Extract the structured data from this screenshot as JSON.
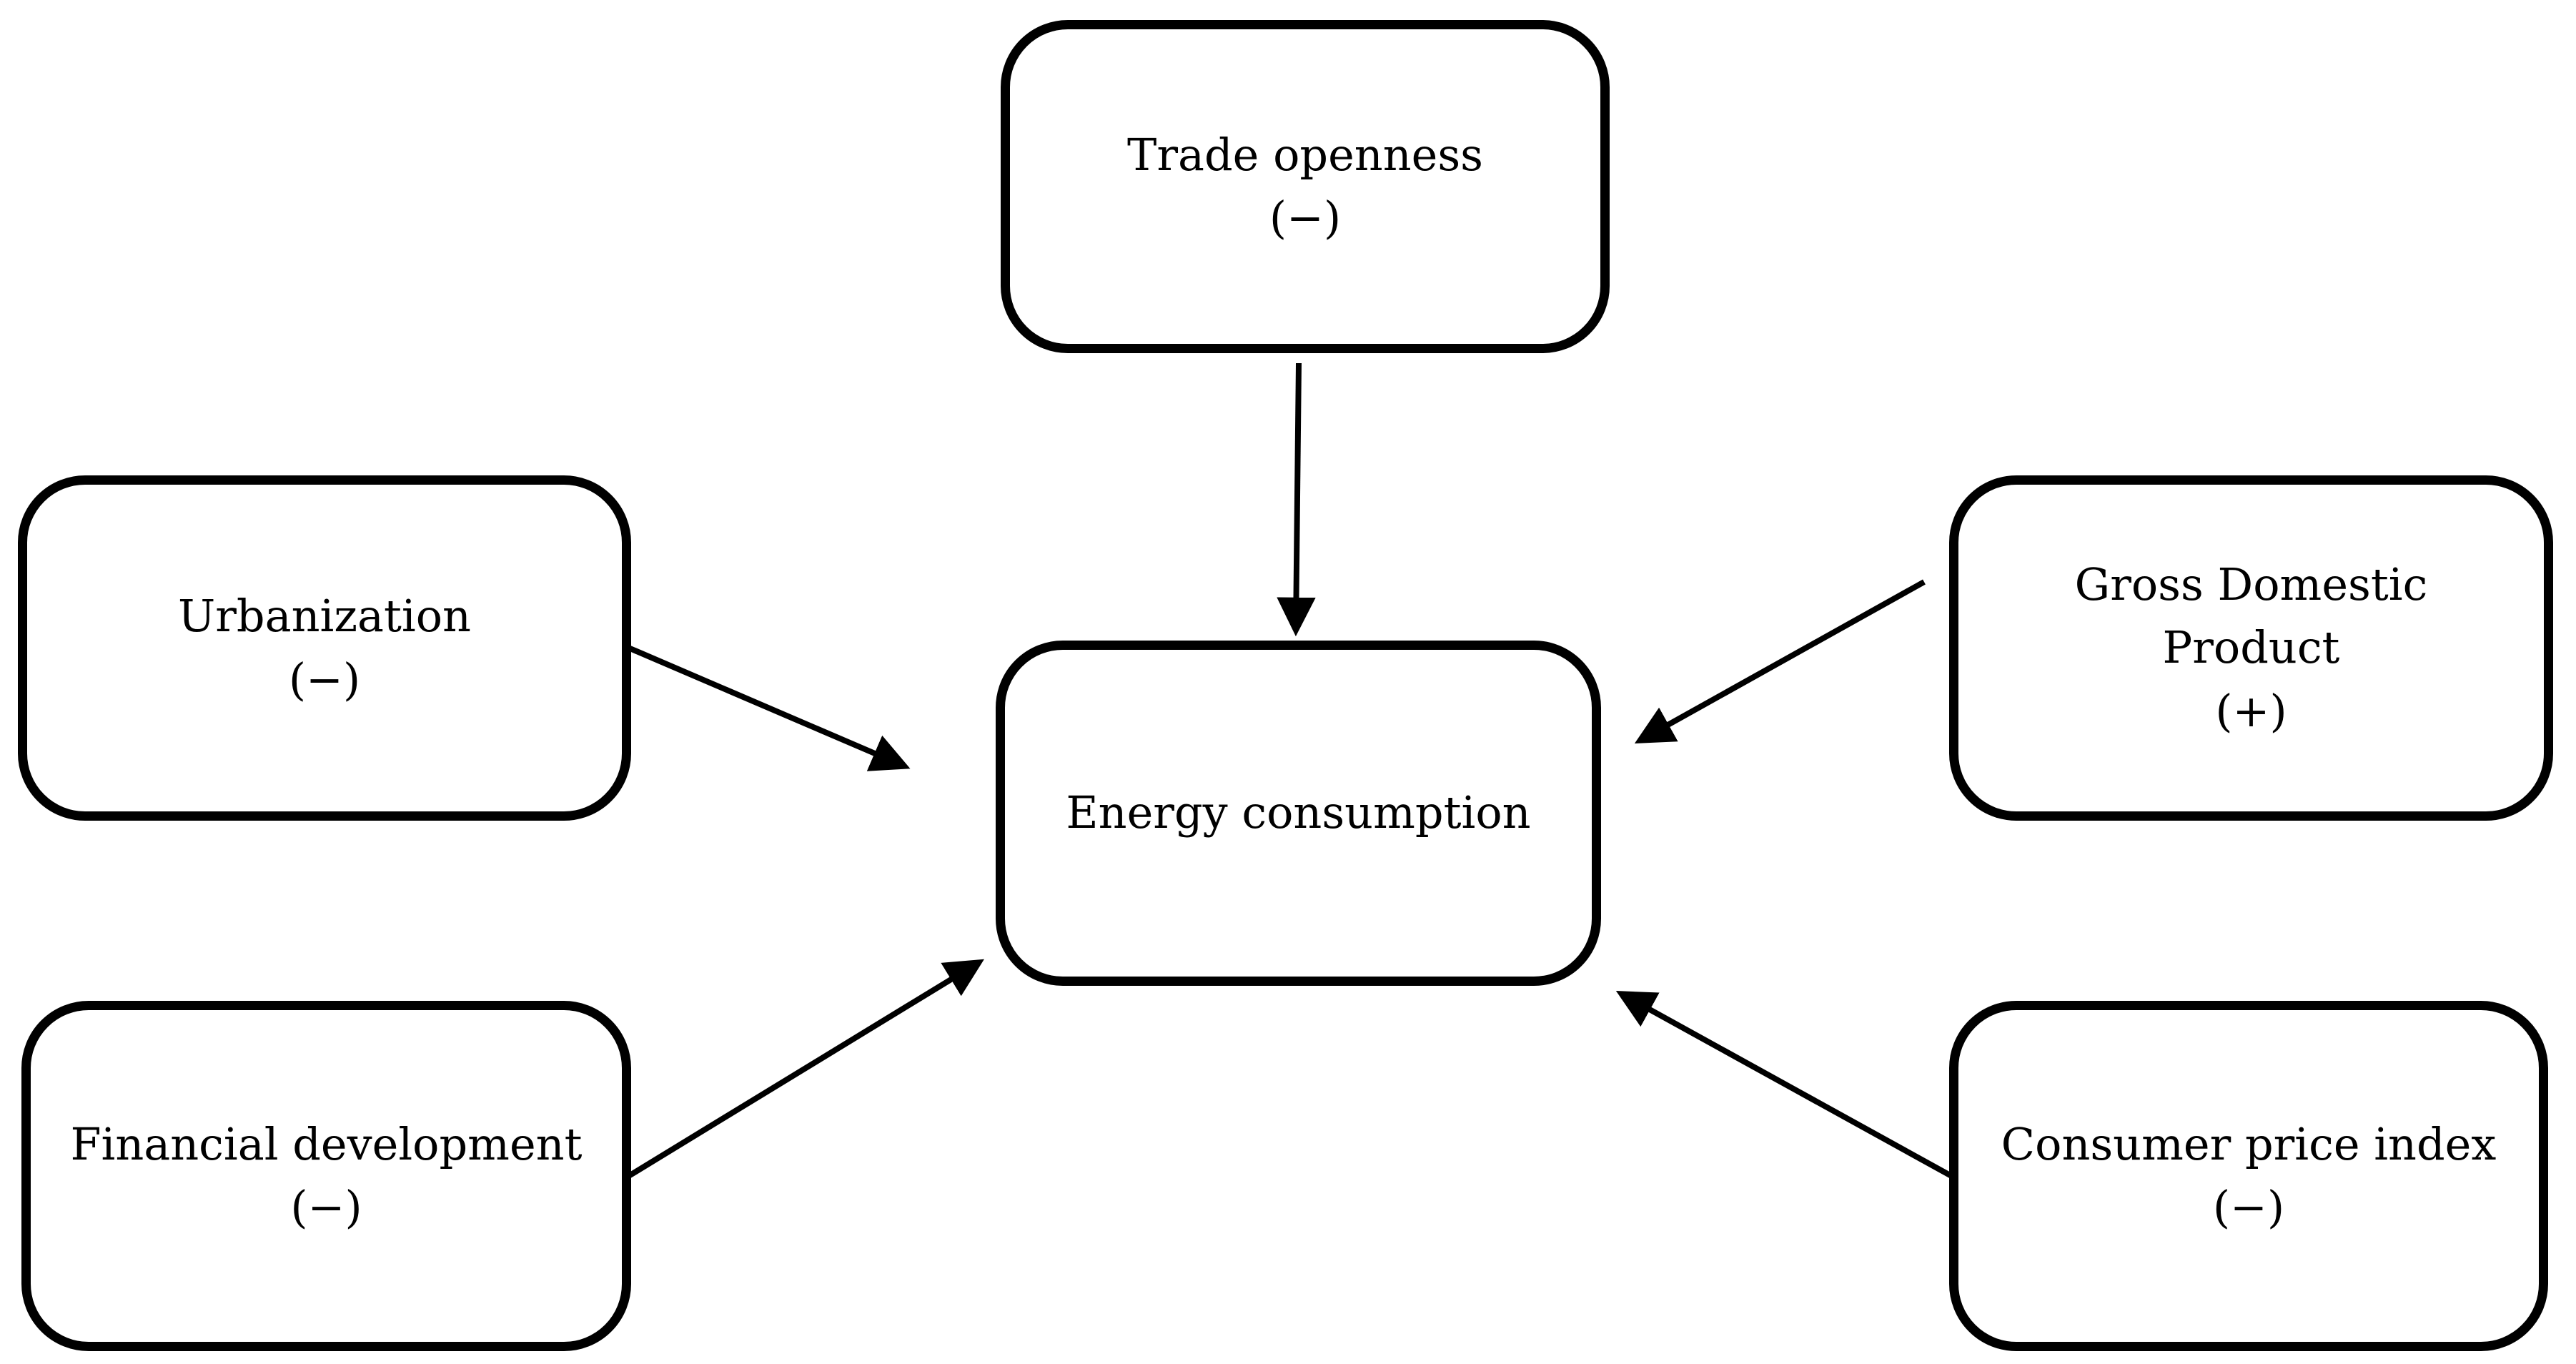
{
  "diagram": {
    "type": "concept-diagram",
    "description": "Determinants of energy consumption with expected signs",
    "colors": {
      "ink": "#000000",
      "background": "#ffffff"
    },
    "nodes": [
      {
        "id": "trade-openness",
        "lines": [
          "Trade openness"
        ],
        "sign": "(−)"
      },
      {
        "id": "urbanization",
        "lines": [
          "Urbanization"
        ],
        "sign": "(−)"
      },
      {
        "id": "financial-development",
        "lines": [
          "Financial development"
        ],
        "sign": "(−)"
      },
      {
        "id": "gross-domestic-product",
        "lines": [
          "Gross Domestic",
          "Product"
        ],
        "sign": "(+)"
      },
      {
        "id": "consumer-price-index",
        "lines": [
          "Consumer price index"
        ],
        "sign": "(−)"
      },
      {
        "id": "energy-consumption",
        "lines": [
          "Energy consumption"
        ],
        "sign": ""
      }
    ],
    "edges": [
      {
        "from": "trade-openness",
        "to": "energy-consumption",
        "style": "arrow"
      },
      {
        "from": "urbanization",
        "to": "energy-consumption",
        "style": "arrow"
      },
      {
        "from": "financial-development",
        "to": "energy-consumption",
        "style": "arrow"
      },
      {
        "from": "gross-domestic-product",
        "to": "energy-consumption",
        "style": "arrow"
      },
      {
        "from": "consumer-price-index",
        "to": "energy-consumption",
        "style": "arrow"
      }
    ]
  }
}
